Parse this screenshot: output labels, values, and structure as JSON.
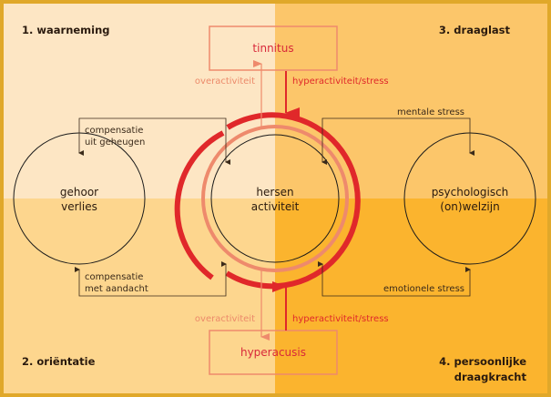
{
  "quadrants": {
    "tl": "1. waarneming",
    "tr": "3. draaglast",
    "bl": "2. oriëntatie",
    "br_line1": "4. persoonlijke",
    "br_line2": "draagkracht"
  },
  "boxes": {
    "top": "tinnitus",
    "bottom": "hyperacusis"
  },
  "circles": {
    "left": [
      "gehoor",
      "verlies"
    ],
    "center": [
      "hersen",
      "activiteit"
    ],
    "right": [
      "psychologisch",
      "(on)welzijn"
    ]
  },
  "arrows": {
    "overactivity": "overactiviteit",
    "hyperactivity": "hyperactiviteit/stress",
    "comp_memory": [
      "compensatie",
      "uit geheugen"
    ],
    "comp_attention": [
      "compensatie",
      "met aandacht"
    ],
    "mental_stress": "mentale stress",
    "emotional_stress": "emotionele stress"
  },
  "colors": {
    "tl": "#fde6c4",
    "tr": "#fcc66a",
    "bl": "#fdd68e",
    "br": "#fbb42e",
    "border": "#e0a82a",
    "red": "#e0282a",
    "pink": "#ee8a6c"
  }
}
